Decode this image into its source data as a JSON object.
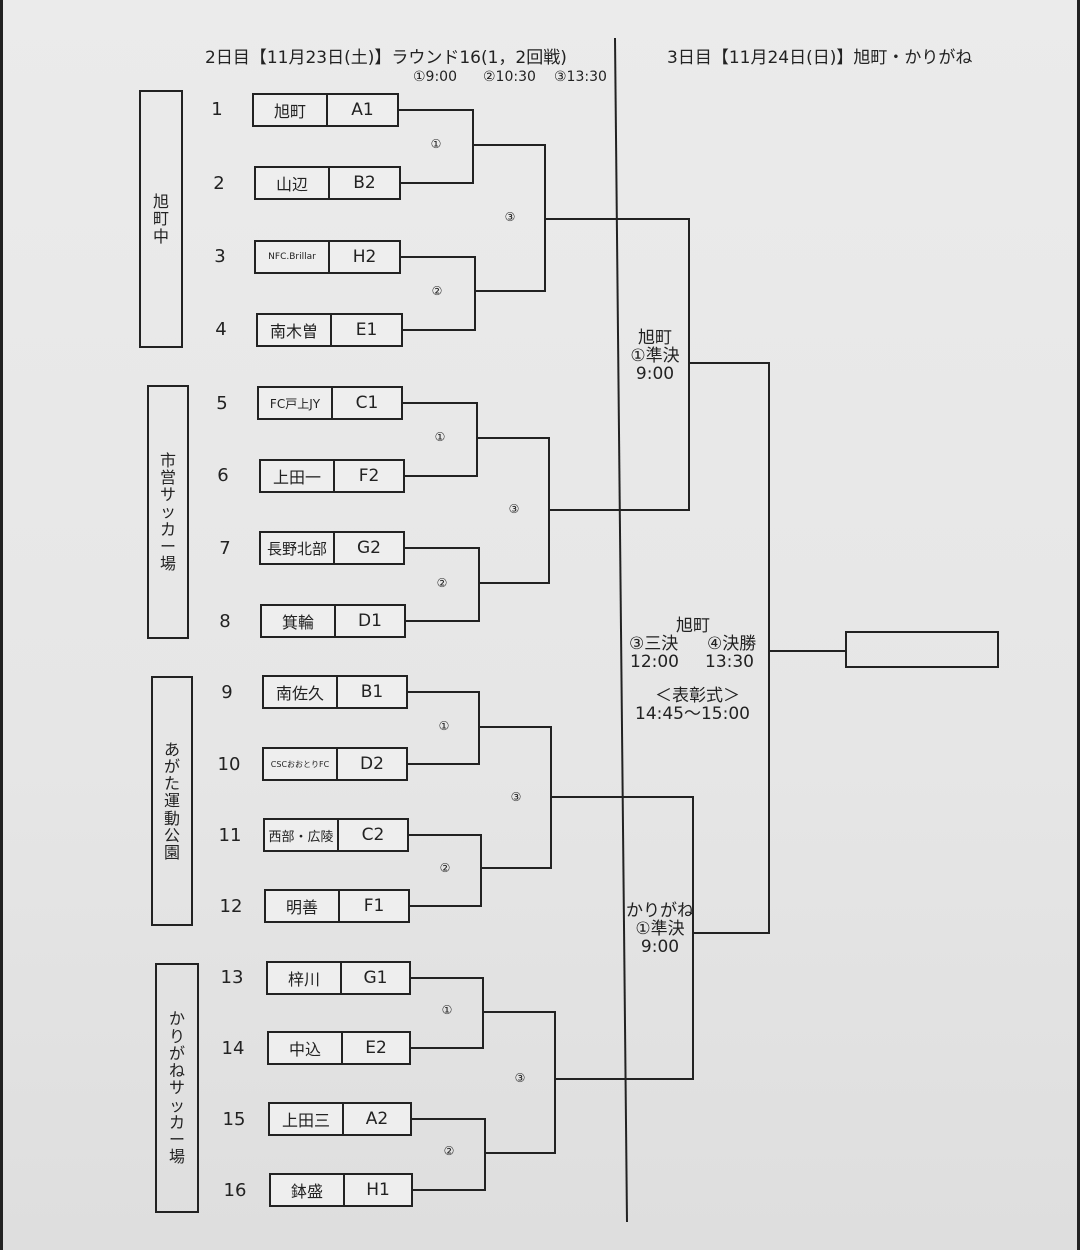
{
  "header": {
    "day2_title": "2日目【11月23日(土)】ラウンド16(1，2回戦)",
    "time1": "①9:00",
    "time2": "②10:30",
    "time3": "③13:30",
    "day3_title": "3日目【11月24日(日)】旭町・かりがね"
  },
  "venues": [
    {
      "chars": [
        "旭",
        "町",
        "中"
      ]
    },
    {
      "chars": [
        "市",
        "営",
        "サ",
        "ッ",
        "カ",
        "ー",
        "場"
      ]
    },
    {
      "chars": [
        "あ",
        "が",
        "た",
        "運",
        "動",
        "公",
        "園"
      ]
    },
    {
      "chars": [
        "か",
        "り",
        "が",
        "ね",
        "サ",
        "ッ",
        "カ",
        "ー",
        "場"
      ]
    }
  ],
  "entries": [
    {
      "num": "1",
      "team": "旭町",
      "seed": "A1"
    },
    {
      "num": "2",
      "team": "山辺",
      "seed": "B2"
    },
    {
      "num": "3",
      "team": "NFC.Brillar",
      "seed": "H2"
    },
    {
      "num": "4",
      "team": "南木曽",
      "seed": "E1"
    },
    {
      "num": "5",
      "team": "FC戸上JY",
      "seed": "C1"
    },
    {
      "num": "6",
      "team": "上田一",
      "seed": "F2"
    },
    {
      "num": "7",
      "team": "長野北部",
      "seed": "G2"
    },
    {
      "num": "8",
      "team": "箕輪",
      "seed": "D1"
    },
    {
      "num": "9",
      "team": "南佐久",
      "seed": "B1"
    },
    {
      "num": "10",
      "team": "CSCおおとりFC",
      "seed": "D2"
    },
    {
      "num": "11",
      "team": "西部・広陵",
      "seed": "C2"
    },
    {
      "num": "12",
      "team": "明善",
      "seed": "F1"
    },
    {
      "num": "13",
      "team": "梓川",
      "seed": "G1"
    },
    {
      "num": "14",
      "team": "中込",
      "seed": "E2"
    },
    {
      "num": "15",
      "team": "上田三",
      "seed": "A2"
    },
    {
      "num": "16",
      "team": "鉢盛",
      "seed": "H1"
    }
  ],
  "match_marks": {
    "m1": "①",
    "m2": "②",
    "m3": "③"
  },
  "semifinal_top": {
    "venue": "旭町",
    "label": "①準決",
    "time": "9:00"
  },
  "semifinal_bottom": {
    "venue": "かりがね",
    "label": "①準決",
    "time": "9:00"
  },
  "final_block": {
    "venue": "旭町",
    "third_label": "③三決",
    "final_label": "④決勝",
    "third_time": "12:00",
    "final_time": "13:30",
    "ceremony_label": "＜表彰式＞",
    "ceremony_time": "14:45〜15:00"
  }
}
